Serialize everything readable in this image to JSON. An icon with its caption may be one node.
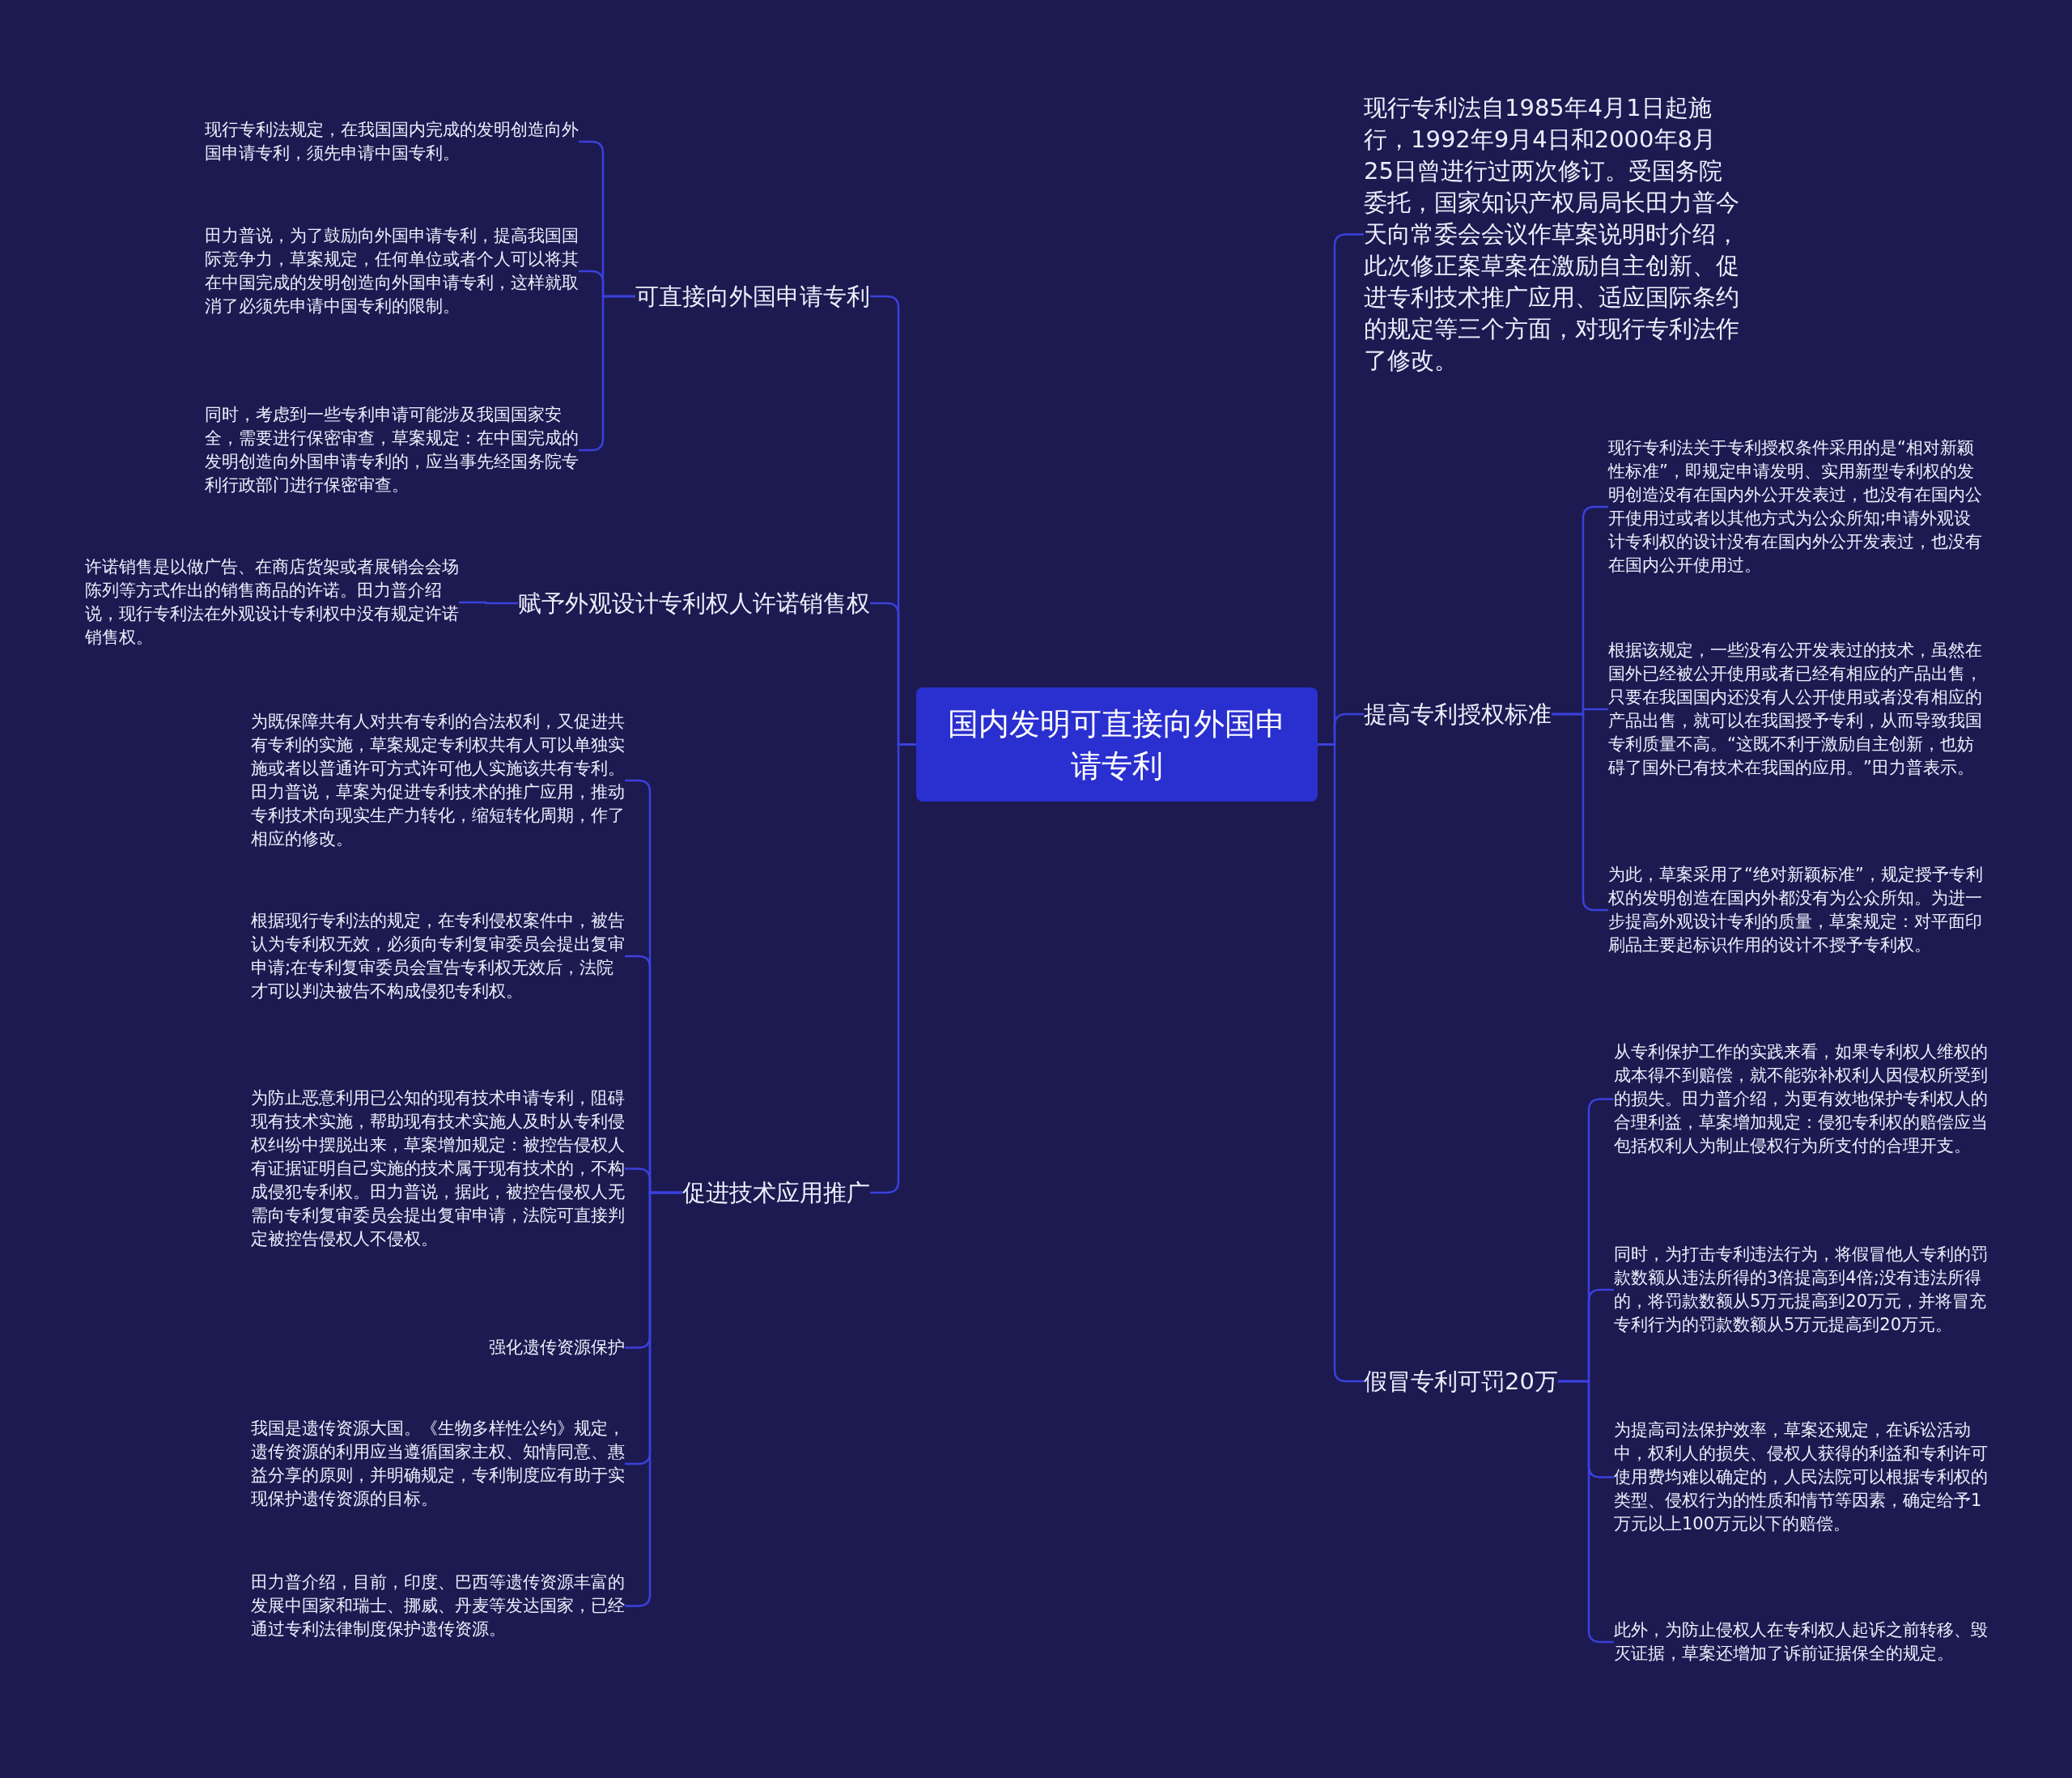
{
  "diagram": {
    "nodes": [
      {
        "text": [
          "国内发明可直接向外国申请专利"
        ]
      },
      {
        "text": [
          "可直接向外国申请专利"
        ]
      },
      {
        "text": [
          "现行专利法规定，在我国国内完成的发明创造向外国申请专利，须先申请中国专利。"
        ]
      },
      {
        "text": [
          "田力普说，为了鼓励向外国申请专利，提高我国国际竞争力，草案规定，任何单位或者个人可以将其在中国完成的发明创造向外国申请专利，这样就取消了必须先申请中国专利的限制。"
        ]
      },
      {
        "text": [
          "同时，考虑到一些专利申请可能涉及我国国家安全，需要进行保密审查，草案规定：在中国完成的发明创造向外国申请专利的，应当事先经国务院专利行政部门进行保密审查。"
        ]
      },
      {
        "text": [
          "赋予外观设计专利权人许诺销售权"
        ]
      },
      {
        "text": [
          "许诺销售是以做广告、在商店货架或者展销会会场陈列等方式作出的销售商品的许诺。田力普介绍说，现行专利法在外观设计专利权中没有规定许诺销售权。"
        ]
      },
      {
        "text": [
          "促进技术应用推广"
        ]
      },
      {
        "text": [
          "为既保障共有人对共有专利的合法权利，又促进共有专利的实施，草案规定专利权共有人可以单独实施或者以普通许可方式许可他人实施该共有专利。田力普说，草案为促进专利技术的推广应用，推动专利技术向现实生产力转化，缩短转化周期，作了相应的修改。"
        ]
      },
      {
        "text": [
          "根据现行专利法的规定，在专利侵权案件中，被告认为专利权无效，必须向专利复审委员会提出复审申请;在专利复审委员会宣告专利权无效后，法院才可以判决被告不构成侵犯专利权。"
        ]
      },
      {
        "text": [
          "为防止恶意利用已公知的现有技术申请专利，阻碍现有技术实施，帮助现有技术实施人及时从专利侵权纠纷中摆脱出来，草案增加规定：被控告侵权人有证据证明自己实施的技术属于现有技术的，不构成侵犯专利权。田力普说，据此，被控告侵权人无需向专利复审委员会提出复审申请，法院可直接判定被控告侵权人不侵权。"
        ]
      },
      {
        "text": [
          "强化遗传资源保护"
        ]
      },
      {
        "text": [
          "我国是遗传资源大国。《生物多样性公约》规定，遗传资源的利用应当遵循国家主权、知情同意、惠益分享的原则，并明确规定，专利制度应有助于实现保护遗传资源的目标。"
        ]
      },
      {
        "text": [
          "田力普介绍，目前，印度、巴西等遗传资源丰富的发展中国家和瑞士、挪威、丹麦等发达国家，已经通过专利法律制度保护遗传资源。"
        ]
      },
      {
        "text": [
          "现行专利法自1985年4月1日起施行，1992年9月4日和2000年8月25日曾进行过两次修订。受国务院委托，国家知识产权局局长田力普今天向常委会会议作草案说明时介绍，此次修正案草案在激励自主创新、促进专利技术推广应用、适应国际条约的规定等三个方面，对现行专利法作了修改。"
        ]
      },
      {
        "text": [
          "提高专利授权标准"
        ]
      },
      {
        "text": [
          "现行专利法关于专利授权条件采用的是“相对新颖性标准”，即规定申请发明、实用新型专利权的发明创造没有在国内外公开发表过，也没有在国内公开使用过或者以其他方式为公众所知;申请外观设计专利权的设计没有在国内外公开发表过，也没有在国内公开使用过。"
        ]
      },
      {
        "text": [
          "根据该规定，一些没有公开发表过的技术，虽然在国外已经被公开使用或者已经有相应的产品出售，只要在我国国内还没有人公开使用或者没有相应的产品出售，就可以在我国授予专利，从而导致我国专利质量不高。“这既不利于激励自主创新，也妨碍了国外已有技术在我国的应用。”田力普表示。"
        ]
      },
      {
        "text": [
          "为此，草案采用了“绝对新颖标准”，规定授予专利权的发明创造在国内外都没有为公众所知。为进一步提高外观设计专利的质量，草案规定：对平面印刷品主要起标识作用的设计不授予专利权。"
        ]
      },
      {
        "text": [
          "假冒专利可罚20万"
        ]
      },
      {
        "text": [
          "从专利保护工作的实践来看，如果专利权人维权的成本得不到赔偿，就不能弥补权利人因侵权所受到的损失。田力普介绍，为更有效地保护专利权人的合理利益，草案增加规定：侵犯专利权的赔偿应当包括权利人为制止侵权行为所支付的合理开支。"
        ]
      },
      {
        "text": [
          "同时，为打击专利违法行为，将假冒他人专利的罚款数额从违法所得的3倍提高到4倍;没有违法所得的，将罚款数额从5万元提高到20万元，并将冒充专利行为的罚款数额从5万元提高到20万元。"
        ]
      },
      {
        "text": [
          "为提高司法保护效率，草案还规定，在诉讼活动中，权利人的损失、侵权人获得的利益和专利许可使用费均难以确定的，人民法院可以根据专利权的类型、侵权行为的性质和情节等因素，确定给予1万元以上100万元以下的赔偿。"
        ]
      },
      {
        "text": [
          "此外，为防止侵权人在专利权人起诉之前转移、毁灭证据，草案还增加了诉前证据保全的规定。"
        ]
      }
    ],
    "edges": [
      {
        "from": 0,
        "to": 1,
        "arrow": "none"
      },
      {
        "from": 1,
        "to": 2,
        "arrow": "none"
      },
      {
        "from": 1,
        "to": 3,
        "arrow": "none"
      },
      {
        "from": 1,
        "to": 4,
        "arrow": "none"
      },
      {
        "from": 0,
        "to": 5,
        "arrow": "none"
      },
      {
        "from": 5,
        "to": 6,
        "arrow": "none"
      },
      {
        "from": 0,
        "to": 7,
        "arrow": "none"
      },
      {
        "from": 7,
        "to": 8,
        "arrow": "none"
      },
      {
        "from": 7,
        "to": 9,
        "arrow": "none"
      },
      {
        "from": 7,
        "to": 10,
        "arrow": "none"
      },
      {
        "from": 7,
        "to": 11,
        "arrow": "none"
      },
      {
        "from": 7,
        "to": 12,
        "arrow": "none"
      },
      {
        "from": 7,
        "to": 13,
        "arrow": "none"
      },
      {
        "from": 0,
        "to": 14,
        "arrow": "none"
      },
      {
        "from": 0,
        "to": 15,
        "arrow": "none"
      },
      {
        "from": 15,
        "to": 16,
        "arrow": "none"
      },
      {
        "from": 15,
        "to": 17,
        "arrow": "none"
      },
      {
        "from": 15,
        "to": 18,
        "arrow": "none"
      },
      {
        "from": 0,
        "to": 19,
        "arrow": "none"
      },
      {
        "from": 19,
        "to": 20,
        "arrow": "none"
      },
      {
        "from": 19,
        "to": 21,
        "arrow": "none"
      },
      {
        "from": 19,
        "to": 22,
        "arrow": "none"
      },
      {
        "from": 19,
        "to": 23,
        "arrow": "none"
      }
    ]
  }
}
